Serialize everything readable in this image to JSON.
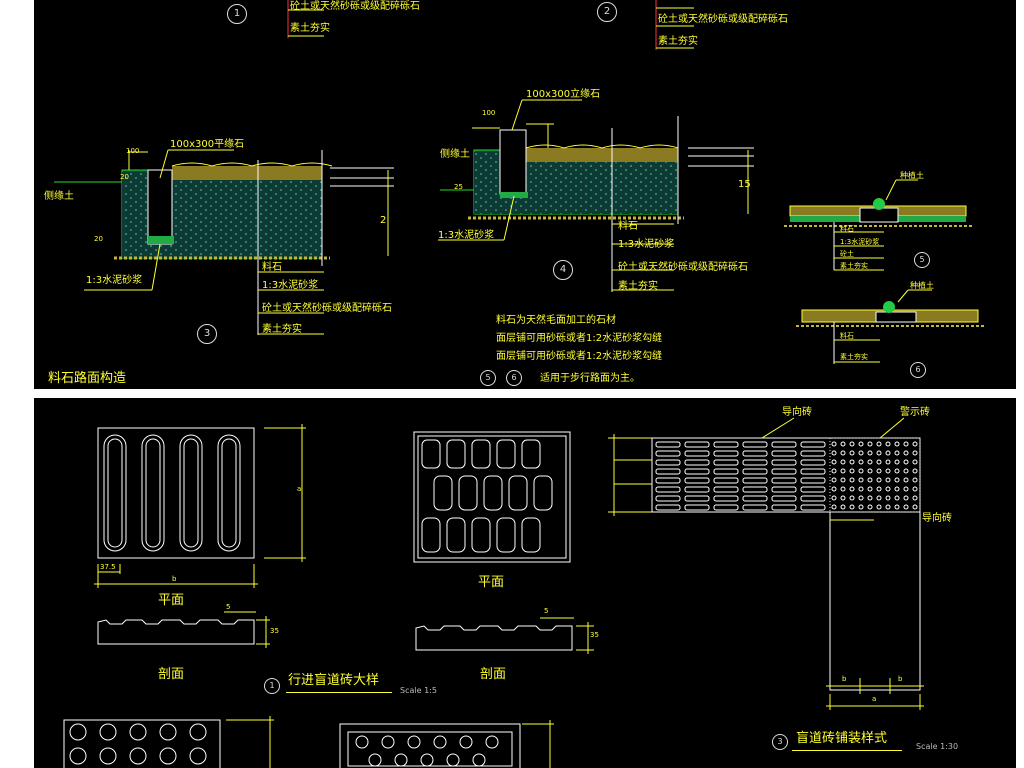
{
  "top_drawing": {
    "detail_1_labels": [
      "砼土或天然砂砾或级配碎砾石",
      "素土夯实"
    ],
    "detail_2_labels": [
      "砼土或天然砂砾或级配碎砾石",
      "素土夯实"
    ],
    "detail_3": {
      "number": "3",
      "curb_label": "100x300平缘石",
      "left_label": "侧缘土",
      "mortar_label": "1:3水泥砂浆",
      "dim_top": "100",
      "dim_side": "20",
      "dim_base": "20",
      "dim_height": "2",
      "layers": [
        "料石",
        "1:3水泥砂浆",
        "砼土或天然砂砾或级配碎砾石",
        "素土夯实"
      ]
    },
    "detail_4": {
      "number": "4",
      "curb_label": "100x300立缘石",
      "left_label": "侧缘土",
      "mortar_label": "1:3水泥砂浆",
      "dim_top": "100",
      "dim_side": "25",
      "dim_height": "15",
      "layers": [
        "料石",
        "1:3水泥砂浆",
        "砼土或天然砂砾或级配碎砾石",
        "素土夯实"
      ]
    },
    "detail_5": {
      "number": "5",
      "label": "种植土",
      "layers": [
        "料石",
        "1:3水泥砂浆",
        "砼土",
        "素土夯实"
      ]
    },
    "detail_6": {
      "number": "6",
      "label": "种植土",
      "layers": [
        "料石",
        "素土夯实"
      ]
    },
    "notes": [
      "料石为天然毛面加工的石材",
      "面层铺可用砂砾或者1:2水泥砂浆勾缝",
      "面层铺可用砂砾或者1:2水泥砂浆勾缝",
      "适用于步行路面为主。"
    ],
    "notes_numbers": [
      "5",
      "6"
    ],
    "title": "料石路面构造"
  },
  "bottom_drawing": {
    "plan_label_1": "平面",
    "plan_label_2": "平面",
    "section_label_1": "剖面",
    "section_label_2": "剖面",
    "dim_a": "37.5",
    "dim_b": "b",
    "dim_c": "a",
    "dim_d": "35",
    "dim_e": "5",
    "guide_label_1": "导向砖",
    "warning_label": "警示砖",
    "guide_label_2": "导向砖",
    "title_1": {
      "number": "1",
      "text": "行进盲道砖大样",
      "scale": "Scale 1:5"
    },
    "title_3": {
      "number": "3",
      "text": "盲道砖铺装样式",
      "scale": "Scale 1:30"
    },
    "layout_dims": [
      "b",
      "b",
      "a"
    ]
  },
  "colors": {
    "background": "#000000",
    "lines": "#ffffff",
    "text": "#ffff33",
    "fill": "#2a9a88",
    "hatch": "#c9b43a"
  }
}
